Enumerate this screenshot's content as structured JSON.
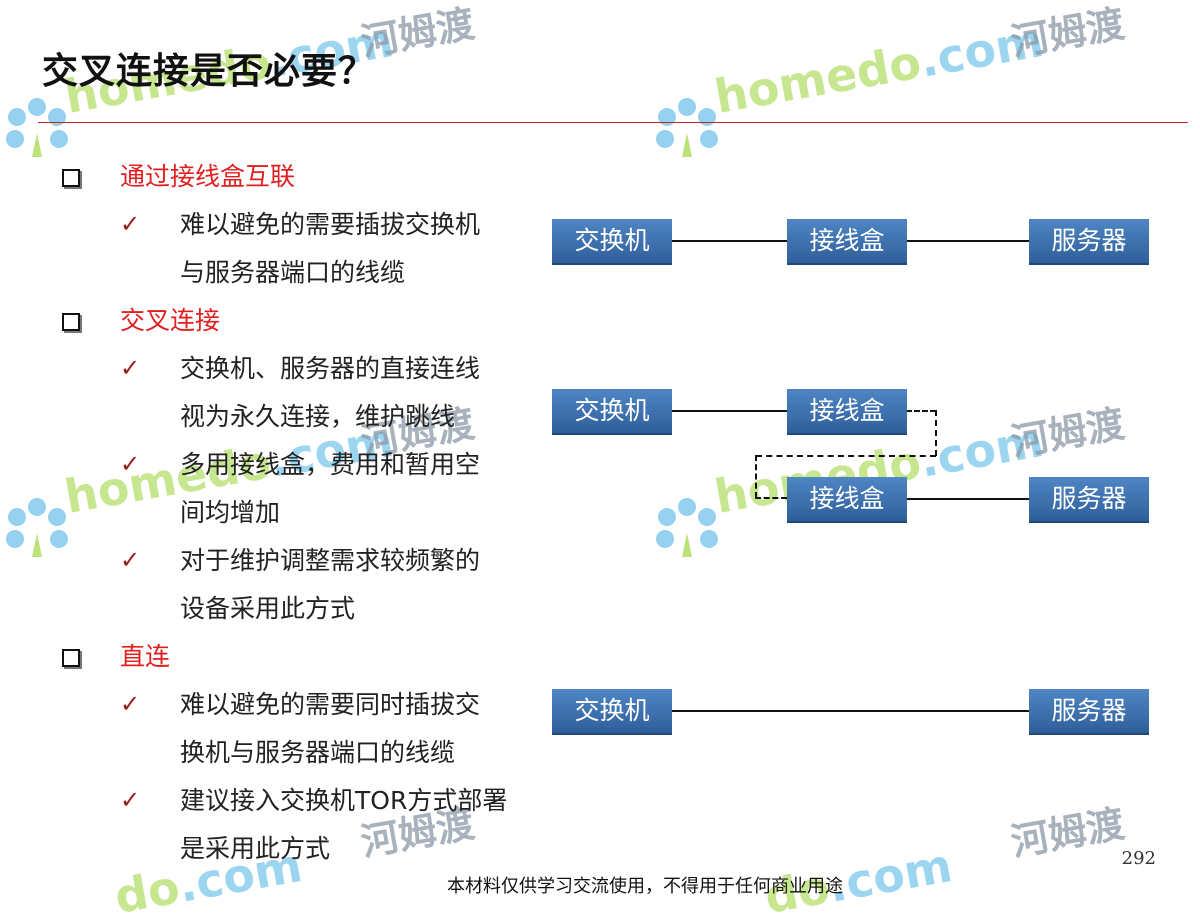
{
  "slide": {
    "title": "交叉连接是否必要？",
    "page_number": "292",
    "footer": "本材料仅供学习交流使用，不得用于任何商业用途"
  },
  "sections": [
    {
      "label": "通过接线盒互联",
      "points": [
        [
          "难以避免的需要插拔交换机",
          "与服务器端口的线缆"
        ]
      ]
    },
    {
      "label": "交叉连接",
      "points": [
        [
          "交换机、服务器的直接连线",
          "视为永久连接，维护跳线"
        ],
        [
          "多用接线盒，费用和暂用空",
          "间均增加"
        ],
        [
          "对于维护调整需求较频繁的",
          "设备采用此方式"
        ]
      ]
    },
    {
      "label": "直连",
      "points": [
        [
          "难以避免的需要同时插拔交",
          "换机与服务器端口的线缆"
        ],
        [
          "建议接入交换机TOR方式部署",
          "是采用此方式"
        ]
      ]
    }
  ],
  "diagrams": {
    "patch_panel": {
      "switch": "交换机",
      "panel": "接线盒",
      "server": "服务器"
    },
    "cross_connect": {
      "switch": "交换机",
      "panel_top": "接线盒",
      "panel_bottom": "接线盒",
      "server": "服务器"
    },
    "direct": {
      "switch": "交换机",
      "server": "服务器"
    }
  },
  "watermark": {
    "brand_left": "home",
    "brand_mid": "do",
    "brand_right": ".com",
    "chinese": "河姆渡"
  },
  "colors": {
    "title_rule": "#c0282d",
    "section_label": "#e21f1f",
    "node_fill": "#3e73b2",
    "check_mark": "#9b1b1b"
  }
}
